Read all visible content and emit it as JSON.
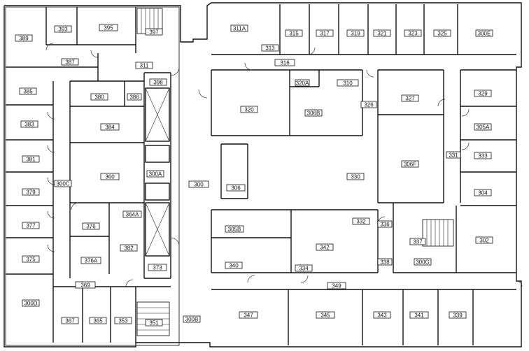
{
  "floor_plan": {
    "rooms": [
      "389",
      "393",
      "395",
      "397",
      "387",
      "385",
      "380",
      "386",
      "398",
      "383",
      "384",
      "381",
      "300C",
      "379",
      "360",
      "300A",
      "300",
      "377",
      "376",
      "364A",
      "375",
      "376A",
      "382",
      "373",
      "300D",
      "369",
      "367",
      "365",
      "353",
      "351",
      "300B",
      "311",
      "311A",
      "313",
      "315",
      "317",
      "319",
      "321",
      "323",
      "325",
      "300E",
      "316",
      "320A",
      "310",
      "320",
      "306B",
      "326",
      "327",
      "329",
      "305A",
      "306",
      "330",
      "306F",
      "331",
      "333",
      "304",
      "305B",
      "332",
      "336",
      "337",
      "302",
      "340",
      "342",
      "334",
      "338",
      "300G",
      "349",
      "347",
      "345",
      "343",
      "341",
      "339"
    ]
  }
}
